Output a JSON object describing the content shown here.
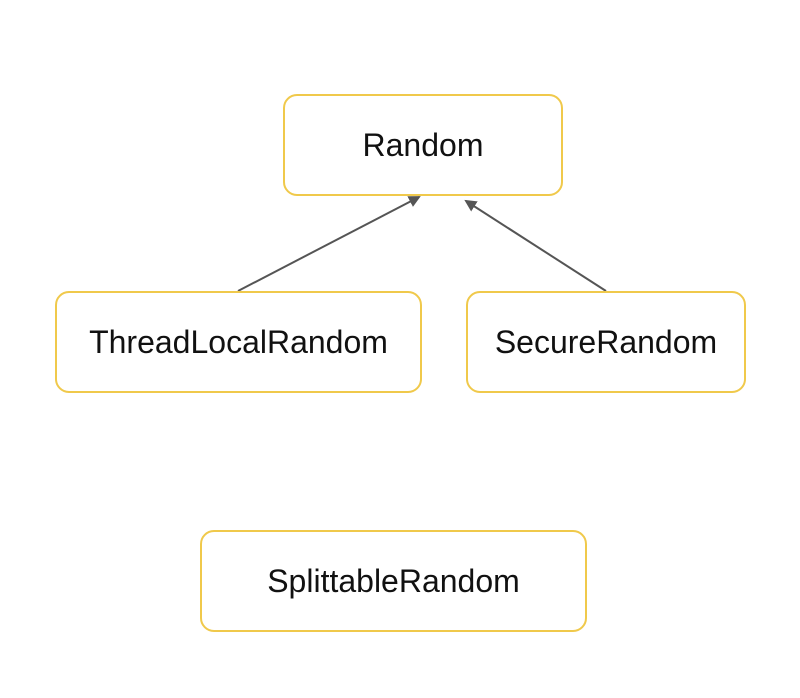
{
  "diagram": {
    "nodes": {
      "random": "Random",
      "thread_local_random": "ThreadLocalRandom",
      "secure_random": "SecureRandom",
      "splittable_random": "SplittableRandom"
    },
    "edges": [
      {
        "from": "ThreadLocalRandom",
        "to": "Random",
        "type": "inherits"
      },
      {
        "from": "SecureRandom",
        "to": "Random",
        "type": "inherits"
      }
    ],
    "colors": {
      "node_border": "#f0c94b",
      "edge": "#555555",
      "text": "#111111"
    }
  }
}
